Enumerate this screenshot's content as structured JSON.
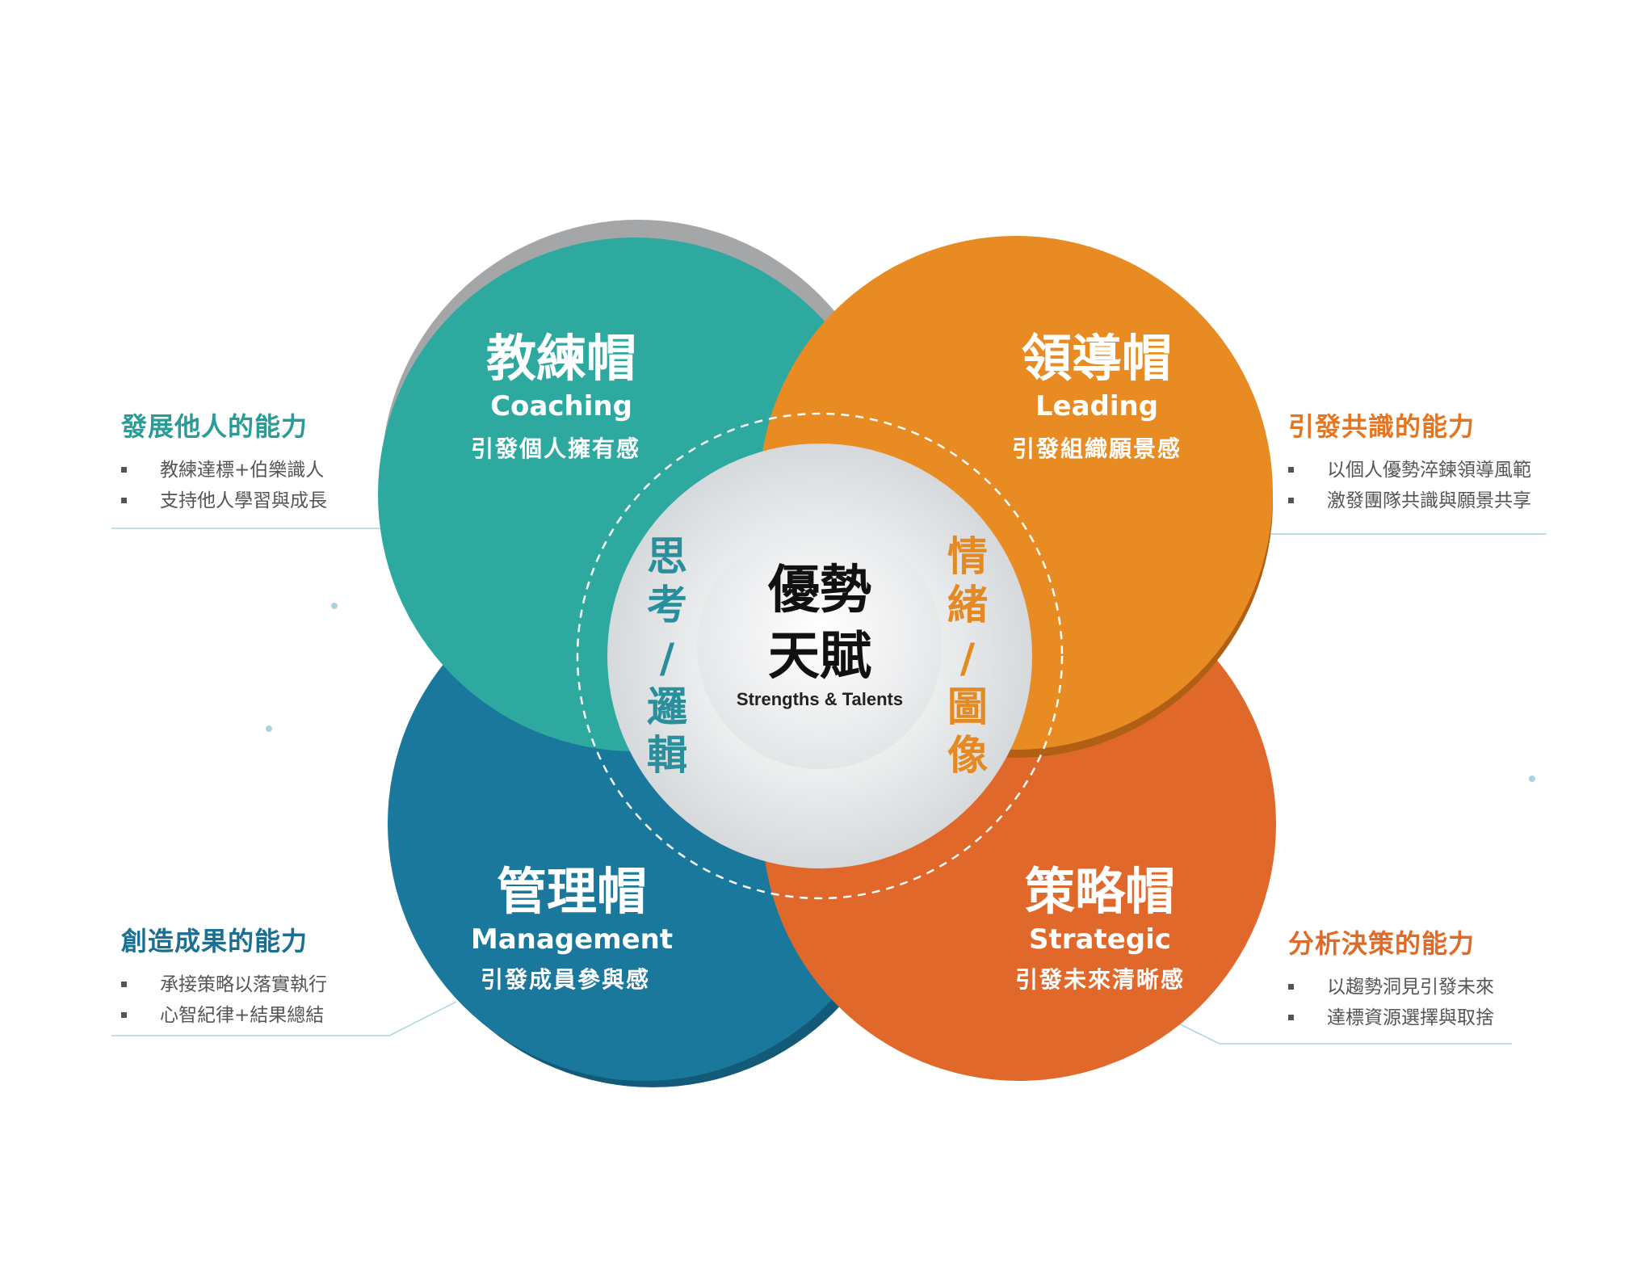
{
  "center": {
    "title_line1": "優勢",
    "title_line2": "天賦",
    "subtitle": "Strengths & Talents"
  },
  "axes": {
    "left_chars": [
      "思",
      "考",
      "/",
      "邏",
      "輯"
    ],
    "right_chars": [
      "情",
      "緒",
      "/",
      "圖",
      "像"
    ],
    "left_color": "#2a8f9c",
    "right_color": "#e58a22"
  },
  "hats": {
    "coaching": {
      "name_cn": "教練帽",
      "name_en": "Coaching",
      "tagline": "引發個人擁有感",
      "color": "#2ea9a0"
    },
    "leading": {
      "name_cn": "領導帽",
      "name_en": "Leading",
      "tagline": "引發組織願景感",
      "color": "#e88b22"
    },
    "management": {
      "name_cn": "管理帽",
      "name_en": "Management",
      "tagline": "引發成員參與感",
      "color": "#1a789c"
    },
    "strategic": {
      "name_cn": "策略帽",
      "name_en": "Strategic",
      "tagline": "引發未來清晰感",
      "color": "#e0682a"
    }
  },
  "abilities": {
    "coaching": {
      "title": "發展他人的能力",
      "color": "#2a9c96",
      "items": [
        "教練達標+伯樂識人",
        "支持他人學習與成長"
      ]
    },
    "leading": {
      "title": "引發共識的能力",
      "color": "#e5761f",
      "items": [
        "以個人優勢淬鍊領導風範",
        "激發團隊共識與願景共享"
      ]
    },
    "management": {
      "title": "創造成果的能力",
      "color": "#1a6f92",
      "items": [
        "承接策略以落實執行",
        "心智紀律+結果總結"
      ]
    },
    "strategic": {
      "title": "分析決策的能力",
      "color": "#e06a28",
      "items": [
        "以趨勢洞見引發未來",
        "達標資源選擇與取捨"
      ]
    }
  }
}
